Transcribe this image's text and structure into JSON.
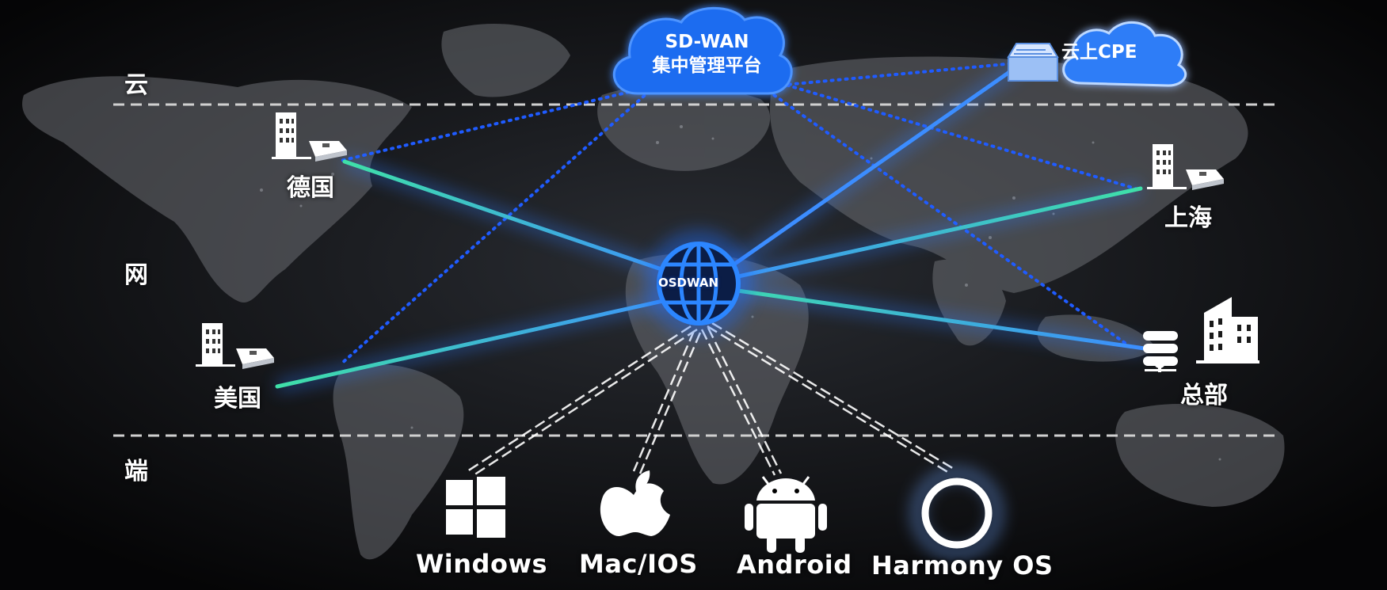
{
  "tiers": {
    "cloud": "云",
    "network": "网",
    "endpoint": "端"
  },
  "cloud_platform": {
    "line1": "SD-WAN",
    "line2": "集中管理平台"
  },
  "cloud_cpe": "云上CPE",
  "hub": "OSDWAN",
  "branches": {
    "germany": "德国",
    "usa": "美国",
    "shanghai": "上海",
    "headquarters": "总部"
  },
  "clients": {
    "windows": "Windows",
    "mac": "Mac/IOS",
    "android": "Android",
    "harmony": "Harmony OS"
  },
  "colors": {
    "tunnel_blue": "#3c8dff",
    "tunnel_green": "#3fe0a8",
    "control_dotted": "#1f5bff",
    "cloud_fill": "#1f6cf0",
    "divider": "#d0d0d0"
  }
}
